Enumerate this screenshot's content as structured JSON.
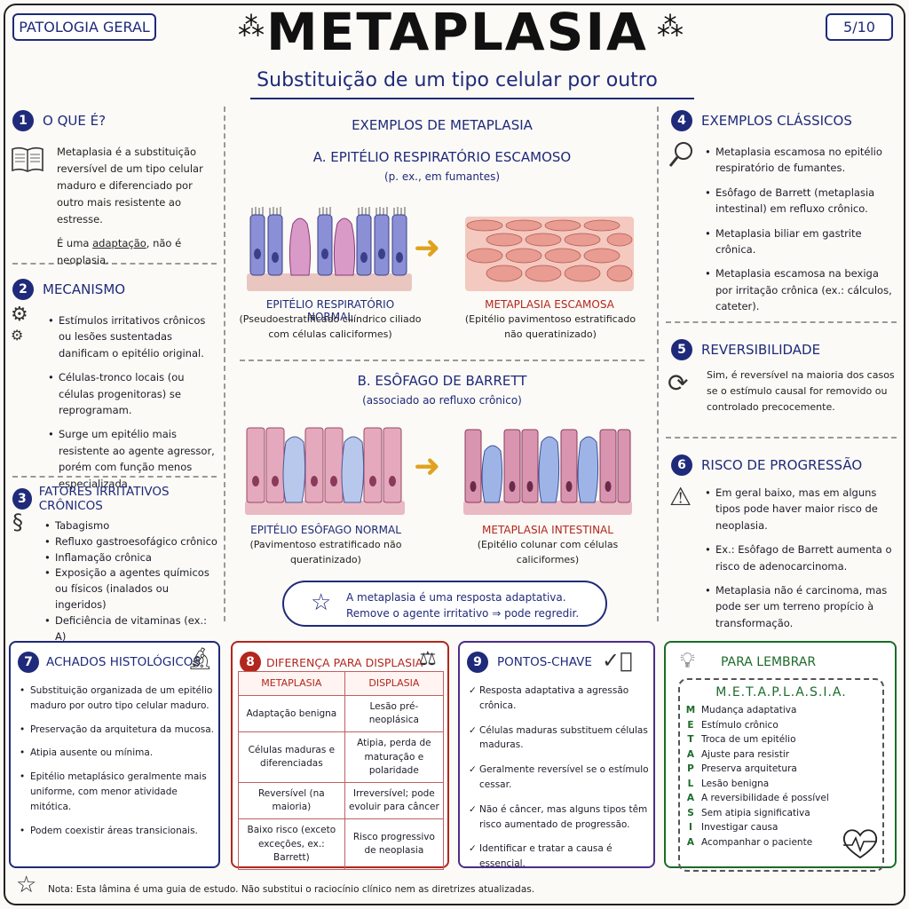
{
  "header": {
    "left_tag": "PATOLOGIA GERAL",
    "right_tag": "5/10",
    "title": "METAPLASIA",
    "subtitle": "Substituição de um tipo celular por outro"
  },
  "s1": {
    "num": "1",
    "title": "O QUE É?",
    "p1": "Metaplasia é a substituição reversível de um tipo celular maduro e diferenciado por outro mais resistente ao estresse.",
    "p2_pre": "É uma ",
    "p2_u": "adaptação",
    "p2_post": ", não é neoplasia."
  },
  "s2": {
    "num": "2",
    "title": "MECANISMO",
    "items": [
      "Estímulos irritativos crônicos ou lesões sustentadas danificam o epitélio original.",
      "Células-tronco locais (ou células progenitoras) se reprogramam.",
      "Surge um epitélio mais resistente ao agente agressor, porém com função menos especializada."
    ]
  },
  "s3": {
    "num": "3",
    "title": "FATORES IRRITATIVOS CRÔNICOS",
    "items": [
      "Tabagismo",
      "Refluxo gastroesofágico crônico",
      "Inflamação crônica",
      "Exposição a agentes químicos ou físicos (inalados ou ingeridos)",
      "Deficiência de vitaminas (ex.: A)"
    ]
  },
  "center": {
    "heading": "EXEMPLOS DE METAPLASIA",
    "a_title": "A. EPITÉLIO RESPIRATÓRIO ESCAMOSO",
    "a_sub": "(p. ex., em fumantes)",
    "a_left_title": "EPITÉLIO RESPIRATÓRIO NORMAL",
    "a_left_text": "(Pseudoestratificado cilíndrico ciliado com células caliciformes)",
    "a_right_title": "METAPLASIA ESCAMOSA",
    "a_right_text": "(Epitélio pavimentoso estratificado não queratinizado)",
    "b_title": "B. ESÔFAGO DE BARRETT",
    "b_sub": "(associado ao refluxo crônico)",
    "b_left_title": "EPITÉLIO ESÔFAGO NORMAL",
    "b_left_text": "(Pavimentoso estratificado não queratinizado)",
    "b_right_title": "METAPLASIA INTESTINAL",
    "b_right_text": "(Epitélio colunar com células caliciformes)",
    "cloud_line1": "A metaplasia é uma resposta adaptativa.",
    "cloud_line2": "Remove o agente irritativo ⇒ pode regredir."
  },
  "s4": {
    "num": "4",
    "title": "EXEMPLOS CLÁSSICOS",
    "items": [
      "Metaplasia escamosa no epitélio respiratório de fumantes.",
      "Esôfago de Barrett (metaplasia intestinal) em refluxo crônico.",
      "Metaplasia biliar em gastrite crônica.",
      "Metaplasia escamosa na bexiga por irritação crônica (ex.: cálculos, cateter)."
    ]
  },
  "s5": {
    "num": "5",
    "title": "REVERSIBILIDADE",
    "text": "Sim, é reversível na maioria dos casos se o estímulo causal for removido ou controlado precocemente."
  },
  "s6": {
    "num": "6",
    "title": "RISCO DE PROGRESSÃO",
    "items": [
      "Em geral baixo, mas em alguns tipos pode haver maior risco de neoplasia.",
      "Ex.: Esôfago de Barrett aumenta o risco de adenocarcinoma.",
      "Metaplasia não é carcinoma, mas pode ser um terreno propício à transformação."
    ]
  },
  "s7": {
    "num": "7",
    "title": "ACHADOS HISTOLÓGICOS",
    "items": [
      "Substituição organizada de um epitélio maduro por outro tipo celular maduro.",
      "Preservação da arquitetura da mucosa.",
      "Atipia ausente ou mínima.",
      "Epitélio metaplásico geralmente mais uniforme, com menor atividade mitótica.",
      "Podem coexistir áreas transicionais."
    ]
  },
  "s8": {
    "num": "8",
    "title": "DIFERENÇA PARA DISPLASIA",
    "col1": "METAPLASIA",
    "col2": "DISPLASIA",
    "rows": [
      [
        "Adaptação benigna",
        "Lesão pré-neoplásica"
      ],
      [
        "Células maduras e diferenciadas",
        "Atipia, perda de maturação e polaridade"
      ],
      [
        "Reversível (na maioria)",
        "Irreversível; pode evoluir para câncer"
      ],
      [
        "Baixo risco (exceto exceções, ex.: Barrett)",
        "Risco progressivo de neoplasia"
      ]
    ]
  },
  "s9": {
    "num": "9",
    "title": "PONTOS-CHAVE",
    "items": [
      "Resposta adaptativa a agressão crônica.",
      "Células maduras substituem células maduras.",
      "Geralmente reversível se o estímulo cessar.",
      "Não é câncer, mas alguns tipos têm risco aumentado de progressão.",
      "Identificar e tratar a causa é essencial."
    ]
  },
  "s10": {
    "title": "PARA LEMBRAR",
    "word": "M.E.T.A.P.L.A.S.I.A.",
    "rows": [
      [
        "M",
        "Mudança adaptativa"
      ],
      [
        "E",
        "Estímulo crônico"
      ],
      [
        "T",
        "Troca de um epitélio"
      ],
      [
        "A",
        "Ajuste para resistir"
      ],
      [
        "P",
        "Preserva arquitetura"
      ],
      [
        "L",
        "Lesão benigna"
      ],
      [
        "A",
        "A reversibilidade é possível"
      ],
      [
        "S",
        "Sem atipia significativa"
      ],
      [
        "I",
        "Investigar causa"
      ],
      [
        "A",
        "Acompanhar o paciente"
      ]
    ]
  },
  "footer": {
    "note": "Nota: Esta lâmina é uma guia de estudo. Não substitui o raciocínio clínico nem as diretrizes atualizadas."
  },
  "colors": {
    "navy": "#1f2a7a",
    "red": "#b3261e",
    "purple": "#4b2d8a",
    "green": "#1c6b2a"
  },
  "icons": [
    "book-icon",
    "gears-icon",
    "smoke-icon",
    "magnifier-icon",
    "cycle-icon",
    "warning-icon",
    "microscope-icon",
    "scales-icon",
    "check-circle-icon",
    "lightbulb-icon",
    "heart-pulse-icon",
    "star-icon",
    "arrow-right-icon"
  ]
}
